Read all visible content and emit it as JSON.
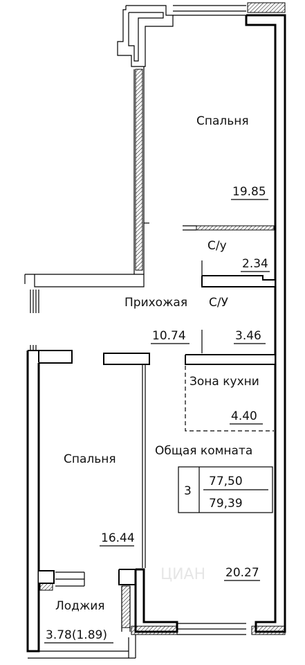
{
  "rooms": {
    "bedroom_top": {
      "name": "Спальня",
      "area": "19.85"
    },
    "bathroom_top": {
      "name": "С/у",
      "area": "2.34"
    },
    "hallway": {
      "name": "Прихожая",
      "area": "10.74"
    },
    "bathroom_mid": {
      "name": "С/У",
      "area": "3.46"
    },
    "kitchen_zone": {
      "name": "Зона кухни",
      "area": "4.40"
    },
    "common_room": {
      "name": "Общая комната",
      "area": "20.27"
    },
    "bedroom_bottom": {
      "name": "Спальня",
      "area": "16.44"
    },
    "loggia": {
      "name": "Лоджия",
      "area": "3.78(1.89)"
    }
  },
  "apartment": {
    "rooms_count": "3",
    "living_area": "77,50",
    "total_area": "79,39"
  },
  "watermark": "ЦИАН"
}
